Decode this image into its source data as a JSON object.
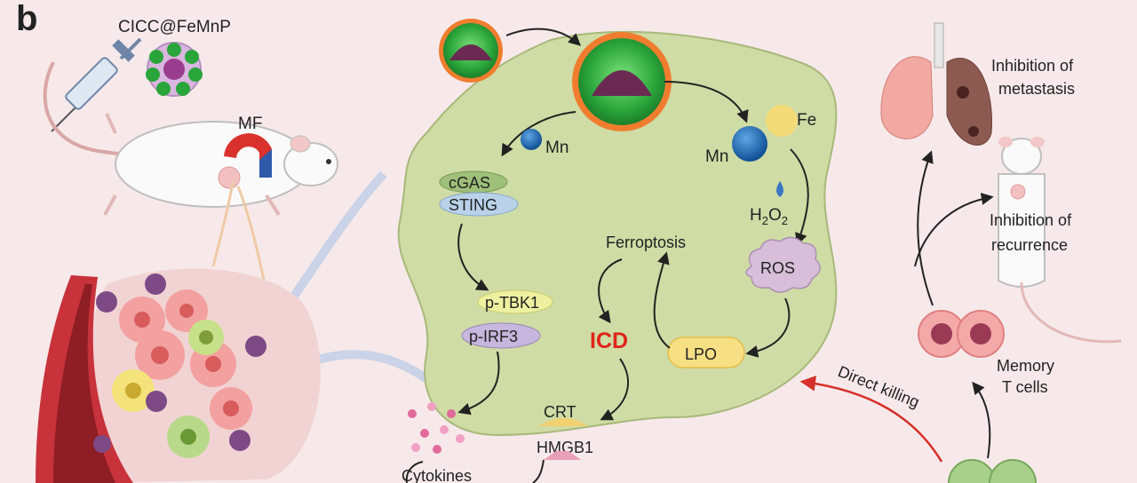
{
  "panel_letter": "b",
  "nanoparticle_label": "CICC@FeMnP",
  "magnetic_field_label": "MF",
  "mn_release_label": "Mn",
  "mn_ion_label": "Mn",
  "fe_ion_label": "Fe",
  "h2o2_label": "H",
  "h2o2_sub_a": "2",
  "h2o2_mid": "O",
  "h2o2_sub_b": "2",
  "cgas_label": "cGAS",
  "sting_label": "STING",
  "ferroptosis_label": "Ferroptosis",
  "ros_label": "ROS",
  "ptbk1_label": "p-TBK1",
  "pirf3_label": "p-IRF3",
  "icd_label": "ICD",
  "lpo_label": "LPO",
  "crt_label": "CRT",
  "hmgb1_label": "HMGB1",
  "cytokines_label": "Cytokines",
  "direct_killing_label": "Direct killing",
  "metastasis_line1": "Inhibition of",
  "metastasis_line2": "metastasis",
  "recurrence_line1": "Inhibition of",
  "recurrence_line2": "recurrence",
  "memory_line1": "Memory",
  "memory_line2": "T cells",
  "colors": {
    "background": "#f7e9ea",
    "tumor_cell": "#cfdca5",
    "icd_red": "#e0241b",
    "arrow_red": "#d6302a",
    "mn_blue": "#1668b8",
    "fe_yellow": "#f3dc78"
  }
}
